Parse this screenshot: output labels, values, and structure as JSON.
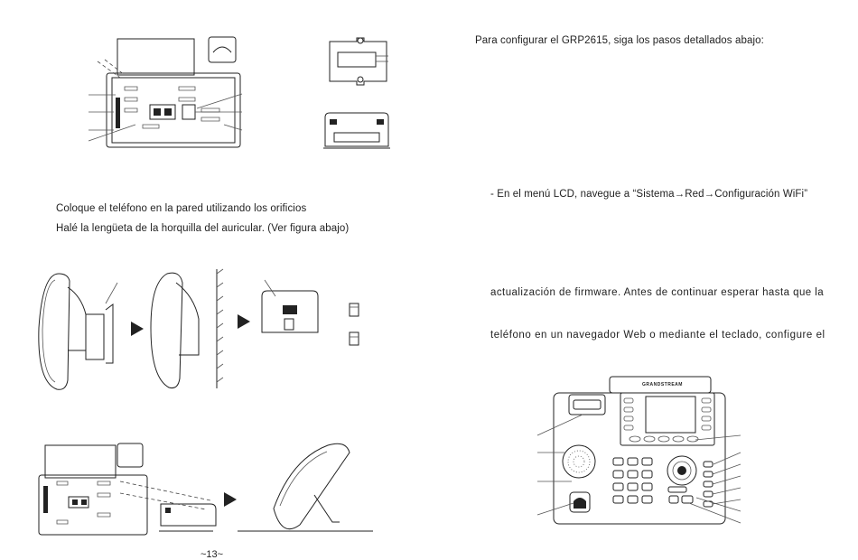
{
  "left": {
    "line1": "Coloque el teléfono en la pared utilizando los orificios",
    "line2": "Halé la lengüeta de la horquilla del auricular. (Ver figura abajo)",
    "page_number": "~13~"
  },
  "right": {
    "intro": "Para configurar el GRP2615, siga los pasos detallados abajo:",
    "wifi_step": "- En el menú LCD, navegue a “Sistema→Red→Configuración WiFi”",
    "firmware_line": "actualización de firmware. Antes de continuar esperar hasta que la",
    "web_line": "teléfono en un navegador Web o mediante el teclado, configure el",
    "phone_brand": "GRANDSTREAM"
  }
}
